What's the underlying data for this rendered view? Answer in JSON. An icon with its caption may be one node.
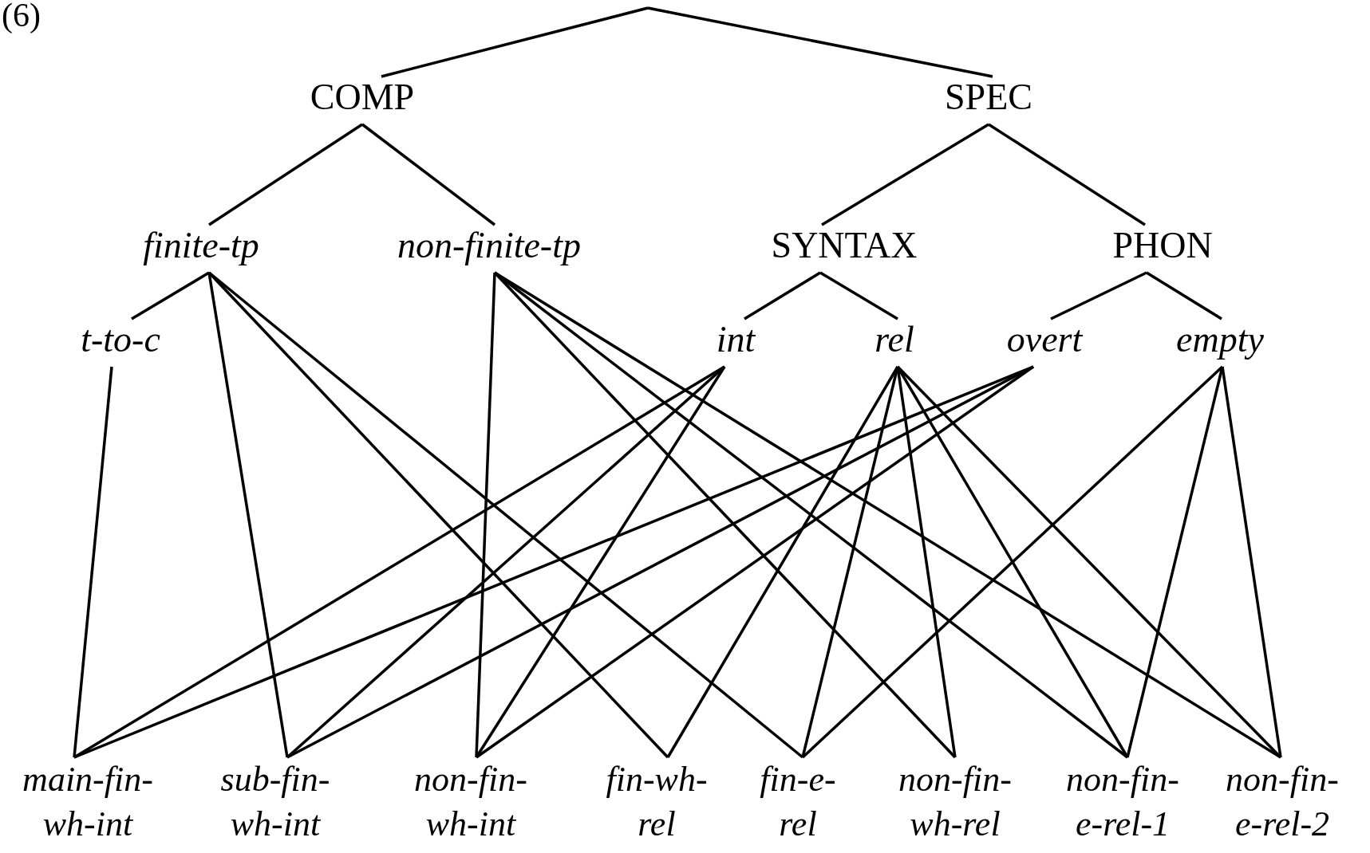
{
  "diagram": {
    "nodes": [
      {
        "text": [
          "COMP"
        ]
      },
      {
        "text": [
          "SPEC"
        ]
      },
      {
        "text": [
          "finite-tp"
        ]
      },
      {
        "text": [
          "non-finite-tp"
        ]
      },
      {
        "text": [
          "SYNTAX"
        ]
      },
      {
        "text": [
          "PHON"
        ]
      },
      {
        "text": [
          "t-to-c"
        ]
      },
      {
        "text": [
          "int"
        ]
      },
      {
        "text": [
          "rel"
        ]
      },
      {
        "text": [
          "overt"
        ]
      },
      {
        "text": [
          "empty"
        ]
      },
      {
        "text": [
          "main-fin- wh-int"
        ]
      },
      {
        "text": [
          "sub-fin- wh-int"
        ]
      },
      {
        "text": [
          "non-fin- wh-int"
        ]
      },
      {
        "text": [
          "fin-wh- rel"
        ]
      },
      {
        "text": [
          "fin-e- rel"
        ]
      },
      {
        "text": [
          "non-fin- wh-rel"
        ]
      },
      {
        "text": [
          "non-fin- e-rel-1"
        ]
      },
      {
        "text": [
          "non-fin- e-rel-2"
        ]
      }
    ],
    "edges": [
      {
        "from": null,
        "to": 0,
        "arrow": "none"
      },
      {
        "from": null,
        "to": 1,
        "arrow": "none"
      },
      {
        "from": 0,
        "to": 2,
        "arrow": "none"
      },
      {
        "from": 0,
        "to": 3,
        "arrow": "none"
      },
      {
        "from": 1,
        "to": 4,
        "arrow": "none"
      },
      {
        "from": 1,
        "to": 5,
        "arrow": "none"
      },
      {
        "from": 2,
        "to": 6,
        "arrow": "none"
      },
      {
        "from": 4,
        "to": 7,
        "arrow": "none"
      },
      {
        "from": 4,
        "to": 8,
        "arrow": "none"
      },
      {
        "from": 5,
        "to": 9,
        "arrow": "none"
      },
      {
        "from": 5,
        "to": 10,
        "arrow": "none"
      },
      {
        "from": 6,
        "to": 11,
        "arrow": "none"
      },
      {
        "from": 2,
        "to": 12,
        "arrow": "none"
      },
      {
        "from": 2,
        "to": 14,
        "arrow": "none"
      },
      {
        "from": 2,
        "to": 15,
        "arrow": "none"
      },
      {
        "from": 3,
        "to": 13,
        "arrow": "none"
      },
      {
        "from": 3,
        "to": 16,
        "arrow": "none"
      },
      {
        "from": 3,
        "to": 17,
        "arrow": "none"
      },
      {
        "from": 3,
        "to": 18,
        "arrow": "none"
      },
      {
        "from": 7,
        "to": 11,
        "arrow": "none"
      },
      {
        "from": 7,
        "to": 12,
        "arrow": "none"
      },
      {
        "from": 7,
        "to": 13,
        "arrow": "none"
      },
      {
        "from": 8,
        "to": 14,
        "arrow": "none"
      },
      {
        "from": 8,
        "to": 15,
        "arrow": "none"
      },
      {
        "from": 8,
        "to": 16,
        "arrow": "none"
      },
      {
        "from": 8,
        "to": 17,
        "arrow": "none"
      },
      {
        "from": 8,
        "to": 18,
        "arrow": "none"
      },
      {
        "from": 9,
        "to": 11,
        "arrow": "none"
      },
      {
        "from": 9,
        "to": 12,
        "arrow": "none"
      },
      {
        "from": 9,
        "to": 13,
        "arrow": "none"
      },
      {
        "from": 10,
        "to": 15,
        "arrow": "none"
      },
      {
        "from": 10,
        "to": 17,
        "arrow": "none"
      },
      {
        "from": 10,
        "to": 18,
        "arrow": "none"
      }
    ],
    "labels": [
      "(6)"
    ]
  }
}
